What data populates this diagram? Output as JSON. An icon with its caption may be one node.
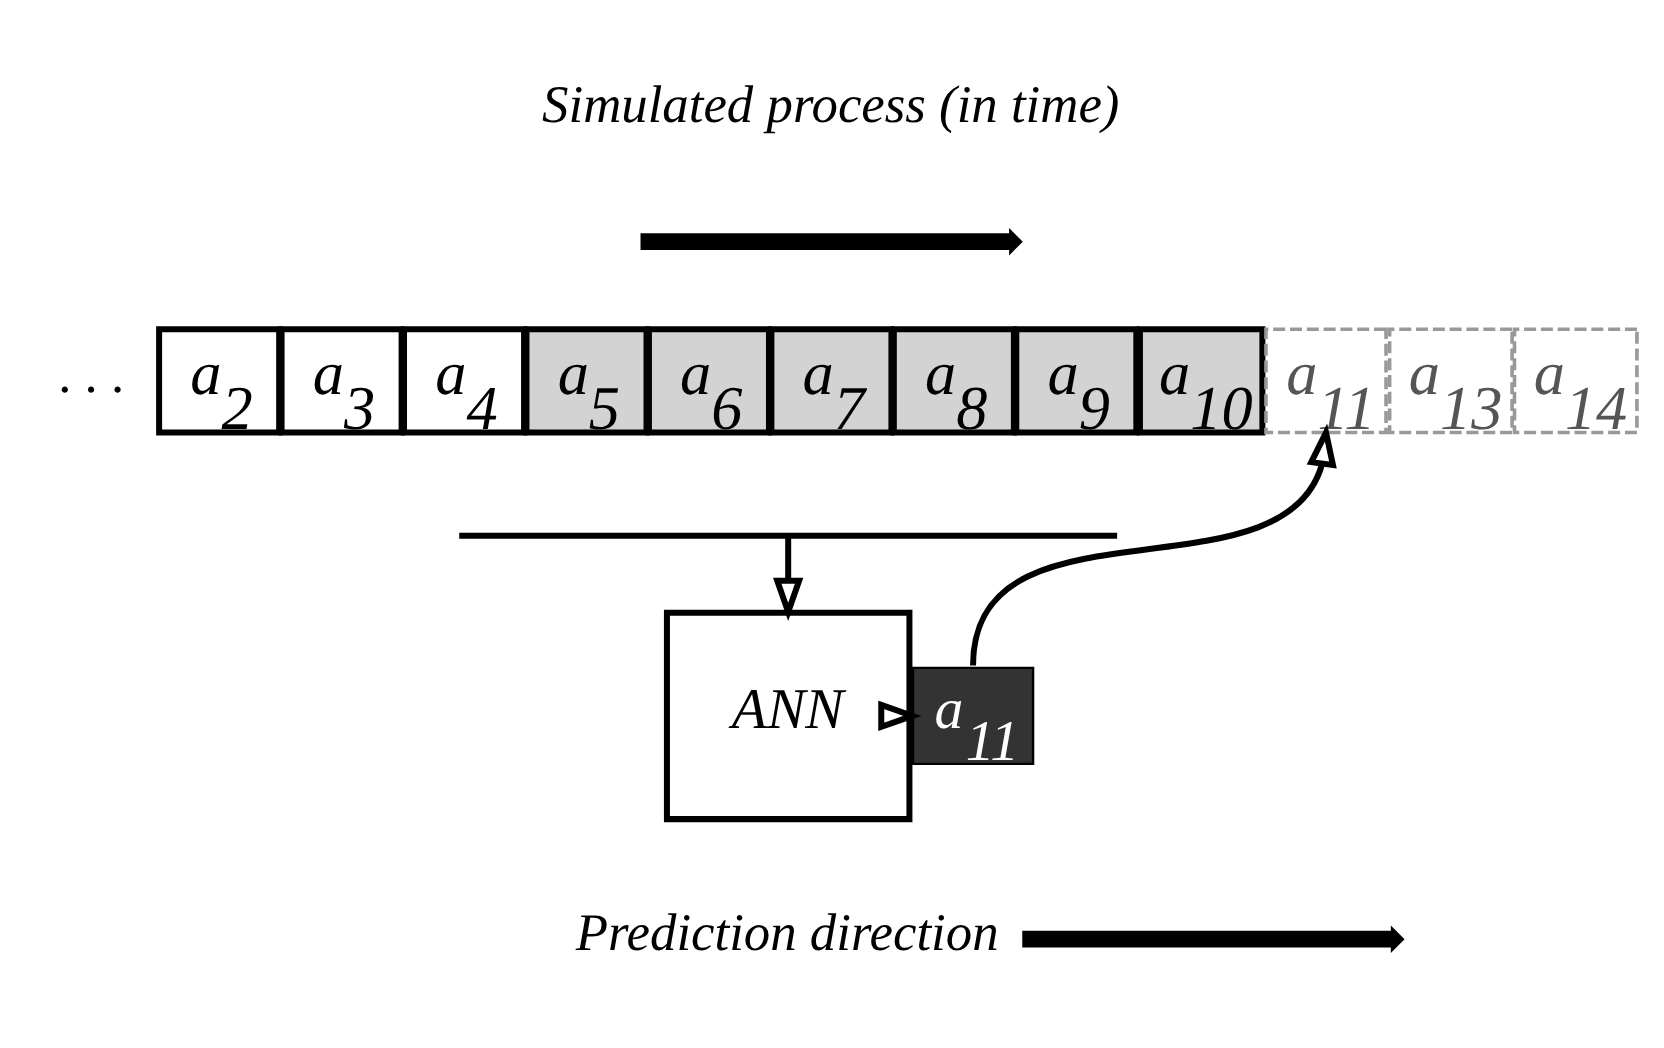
{
  "diagram": {
    "nodes": [
      {
        "text": [
          "a$_{2}$"
        ]
      },
      {
        "text": [
          "a$_{3}$"
        ]
      },
      {
        "text": [
          "a$_{4}$"
        ]
      },
      {
        "text": [
          "a$_{5}$"
        ]
      },
      {
        "text": [
          "a$_{6}$"
        ]
      },
      {
        "text": [
          "a$_{7}$"
        ]
      },
      {
        "text": [
          "a$_{8}$"
        ]
      },
      {
        "text": [
          "a$_{9}$"
        ]
      },
      {
        "text": [
          "a$_{10}$"
        ]
      },
      {
        "text": [
          "a$_{11}$"
        ]
      },
      {
        "text": [
          "a$_{13}$"
        ]
      },
      {
        "text": [
          "a$_{14}$"
        ]
      },
      {
        "text": [],
        "shape": "brace"
      },
      {
        "text": [
          "ANN"
        ]
      },
      {
        "text": [
          "a$_{11}$"
        ]
      }
    ],
    "edges": [
      {
        "from": 12,
        "to": 13,
        "arrow": "to"
      },
      {
        "from": 13,
        "to": 14,
        "arrow": "to"
      },
      {
        "from": 14,
        "to": 9,
        "arrow": "to"
      }
    ],
    "labels": [
      "Simulated process (in time)",
      ". . .",
      "Prediction direction"
    ]
  }
}
